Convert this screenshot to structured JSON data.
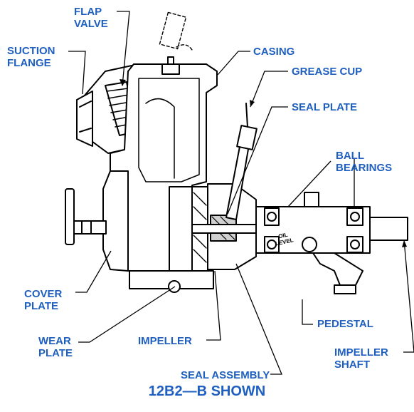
{
  "labels": {
    "flap_valve": [
      "FLAP",
      "VALVE"
    ],
    "suction_flange": [
      "SUCTION",
      "FLANGE"
    ],
    "casing": "CASING",
    "grease_cup": "GREASE CUP",
    "seal_plate": "SEAL PLATE",
    "ball_bearings": [
      "BALL",
      "BEARINGS"
    ],
    "cover_plate": [
      "COVER",
      "PLATE"
    ],
    "wear_plate": [
      "WEAR",
      "PLATE"
    ],
    "impeller": "IMPELLER",
    "pedestal": "PEDESTAL",
    "impeller_shaft": [
      "IMPELLER",
      "SHAFT"
    ],
    "seal_assembly": "SEAL ASSEMBLY"
  },
  "stamp": [
    "OIL",
    "LEVEL"
  ],
  "caption": "12B2—B SHOWN",
  "colors": {
    "label": "#1f5fbf",
    "line": "#000000"
  }
}
